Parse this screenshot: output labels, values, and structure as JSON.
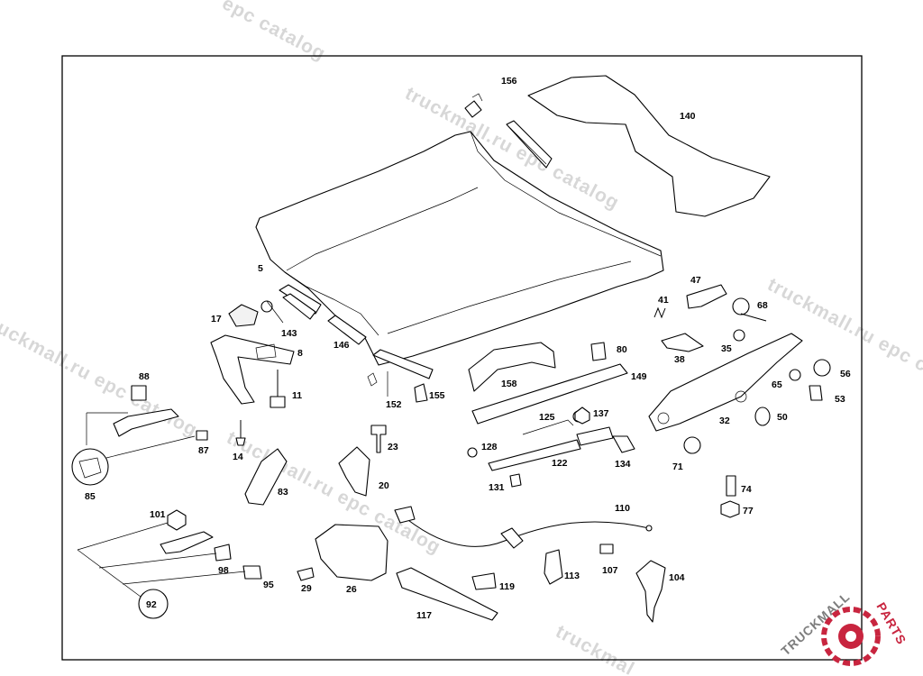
{
  "watermark": {
    "text": "truckmall.ru epc catalog",
    "partial_top": "epc catalog",
    "partial_bottom": "truckmal"
  },
  "logo": {
    "brand_a": "TRUCKMALL",
    "brand_b": "PARTS"
  },
  "colors": {
    "logo_dark": "#7d7d7d",
    "logo_accent": "#c8253f",
    "watermark": "#bdbdbd"
  },
  "labels": {
    "p5": "5",
    "p8": "8",
    "p11": "11",
    "p14": "14",
    "p17": "17",
    "p20": "20",
    "p23": "23",
    "p26": "26",
    "p29": "29",
    "p32": "32",
    "p35": "35",
    "p38": "38",
    "p41": "41",
    "p47": "47",
    "p50": "50",
    "p53": "53",
    "p56": "56",
    "p65": "65",
    "p68": "68",
    "p71": "71",
    "p74": "74",
    "p77": "77",
    "p80": "80",
    "p83": "83",
    "p85": "85",
    "p87": "87",
    "p88": "88",
    "p92": "92",
    "p95": "95",
    "p98": "98",
    "p101": "101",
    "p104": "104",
    "p107": "107",
    "p110": "110",
    "p113": "113",
    "p117": "117",
    "p119": "119",
    "p122": "122",
    "p125": "125",
    "p128": "128",
    "p131": "131",
    "p134": "134",
    "p137": "137",
    "p140": "140",
    "p143": "143",
    "p146": "146",
    "p149": "149",
    "p152": "152",
    "p155": "155",
    "p156": "156",
    "p158": "158"
  }
}
